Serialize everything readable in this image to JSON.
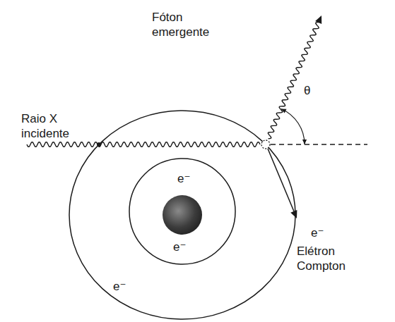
{
  "diagram": {
    "labels": [
      "Fóton emergente",
      "Raio X incidente",
      "θ",
      "e⁻",
      "e⁻",
      "e⁻",
      "Elétron Compton",
      "e⁻"
    ]
  }
}
